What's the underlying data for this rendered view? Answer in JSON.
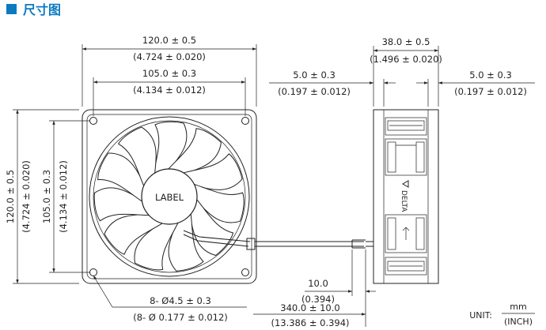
{
  "header": {
    "title": "尺寸图"
  },
  "front_view": {
    "hub_label": "LABEL",
    "width_outer": {
      "mm": "120.0 ± 0.5",
      "inch": "(4.724 ± 0.020)"
    },
    "width_holes": {
      "mm": "105.0 ± 0.3",
      "inch": "(4.134 ± 0.012)"
    },
    "height_outer": {
      "mm": "120.0 ± 0.5",
      "inch": "(4.724 ± 0.020)"
    },
    "height_holes": {
      "mm": "105.0 ± 0.3",
      "inch": "(4.134 ± 0.012)"
    },
    "mount_holes": {
      "mm": "8- Ø4.5 ± 0.3",
      "inch": "(8- Ø 0.177 ± 0.012)"
    }
  },
  "side_view": {
    "brand": "DELTA",
    "depth": {
      "mm": "38.0 ± 0.5",
      "inch": "(1.496 ± 0.020)"
    },
    "flange_left": {
      "mm": "5.0 ± 0.3",
      "inch": "(0.197 ± 0.012)"
    },
    "flange_right": {
      "mm": "5.0 ± 0.3",
      "inch": "(0.197 ± 0.012)"
    }
  },
  "lead_wire": {
    "strip": {
      "mm": "10.0",
      "inch": "(0.394)"
    },
    "length": {
      "mm": "340.0 ± 10.0",
      "inch": "(13.386 ± 0.394)"
    }
  },
  "unit": {
    "label": "UNIT:",
    "top": "mm",
    "bottom": "(INCH)"
  },
  "colors": {
    "title": "#0b7bc1",
    "line": "#231f20"
  }
}
